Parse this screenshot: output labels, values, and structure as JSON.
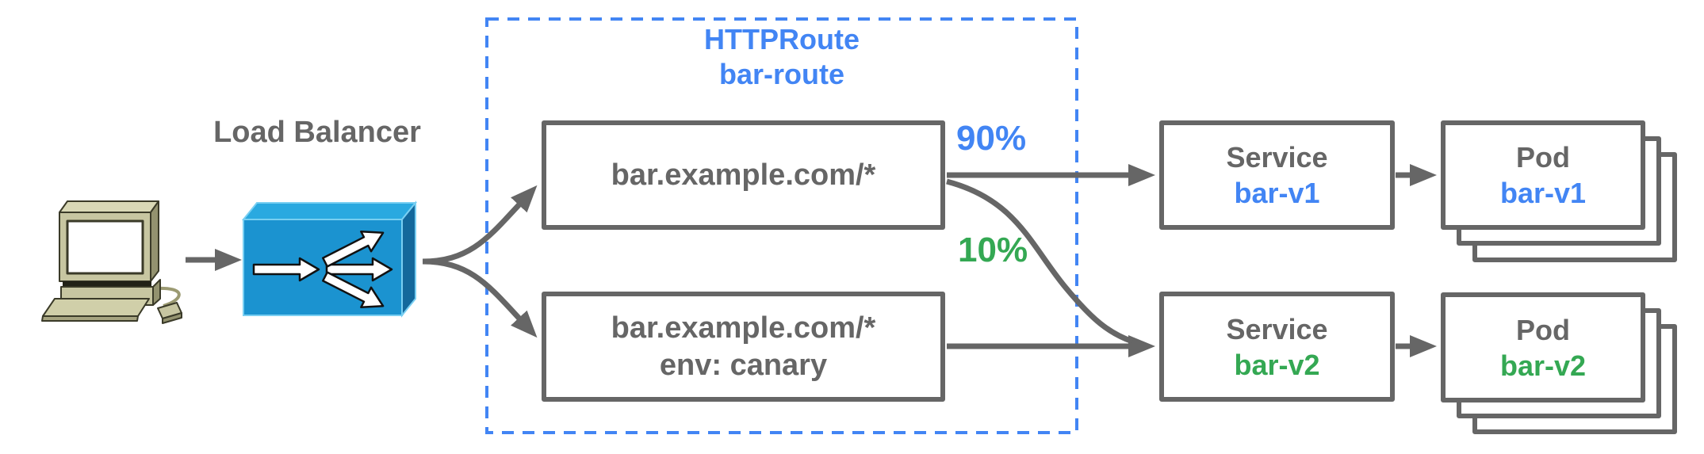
{
  "client": {
    "icon": "desktop-computer"
  },
  "load_balancer": {
    "label": "Load Balancer",
    "icon": "load-balancer-3d-box"
  },
  "httproute": {
    "kind": "HTTPRoute",
    "name": "bar-route",
    "rules": [
      {
        "hostname": "bar.example.com/*"
      },
      {
        "hostname": "bar.example.com/*",
        "match_label": "env: canary"
      }
    ]
  },
  "traffic_split": {
    "to_bar_v1": "90%",
    "to_bar_v2": "10%"
  },
  "services": [
    {
      "kind": "Service",
      "name": "bar-v1"
    },
    {
      "kind": "Service",
      "name": "bar-v2"
    }
  ],
  "pods": [
    {
      "kind": "Pod",
      "name": "bar-v1"
    },
    {
      "kind": "Pod",
      "name": "bar-v2"
    }
  ],
  "colors": {
    "accent_blue": "#4285F4",
    "accent_green": "#34A853",
    "diagram_gray": "#666666",
    "lb_top": "#2AA9E0",
    "lb_front": "#1B93D0",
    "lb_side": "#13689C"
  }
}
